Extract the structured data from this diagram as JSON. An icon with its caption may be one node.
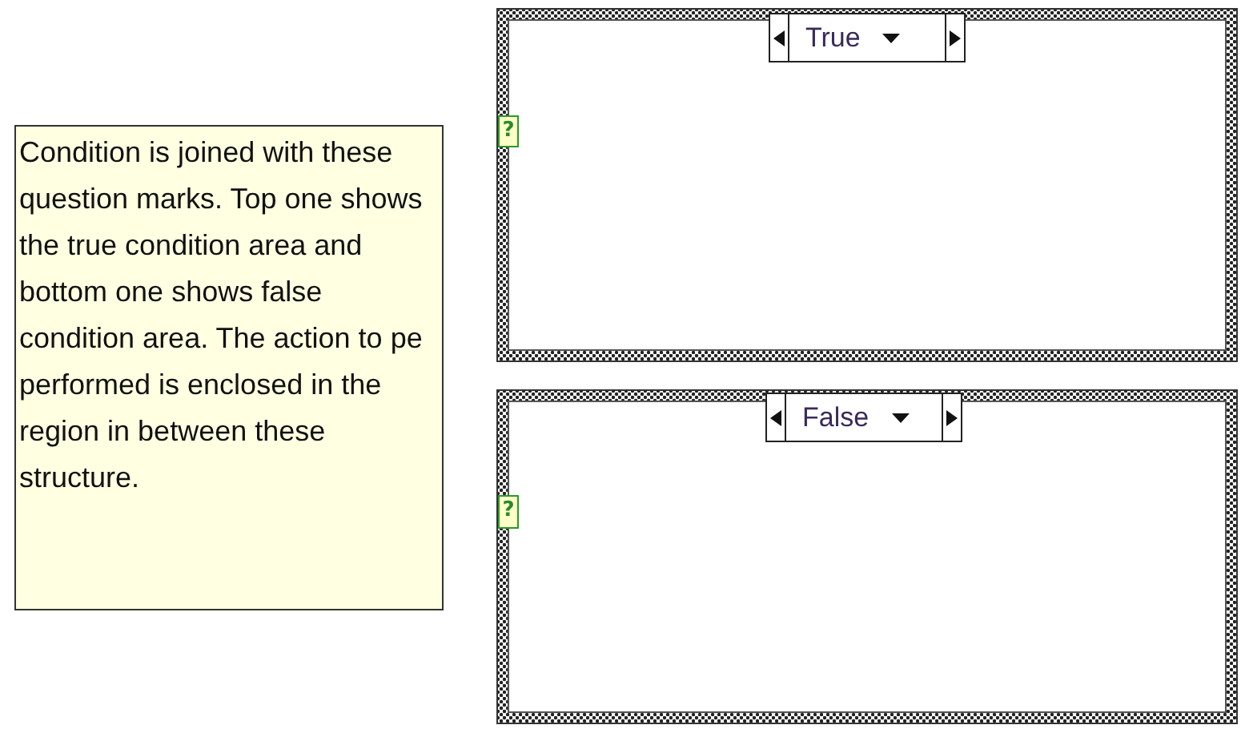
{
  "diagram": {
    "nodes": [
      {
        "text": [
          "Condition is joined with these question marks. Top one shows the true condition area and bottom one shows false condition area. The action to pe performed is enclosed in the region in between these structure."
        ]
      },
      {
        "text": [],
        "shape": "box"
      },
      {
        "text": [
          "True"
        ],
        "in": 1
      },
      {
        "text": [
          "?"
        ],
        "in": 1
      },
      {
        "text": [],
        "shape": "box"
      },
      {
        "text": [
          "False"
        ],
        "in": 4
      },
      {
        "text": [
          "?"
        ],
        "in": 4
      }
    ]
  }
}
